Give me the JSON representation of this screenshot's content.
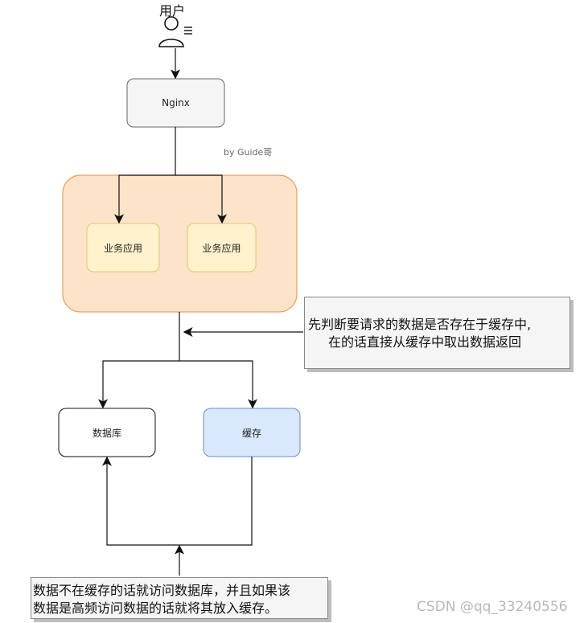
{
  "diagram": {
    "user": {
      "label": "用户",
      "icon": "user-icon"
    },
    "nginx": {
      "label": "Nginx"
    },
    "credit": "by Guide哥",
    "app_group": {
      "services": [
        {
          "label": "业务应用"
        },
        {
          "label": "业务应用"
        }
      ]
    },
    "database": {
      "label": "数据库"
    },
    "cache": {
      "label": "缓存"
    },
    "notes": {
      "cache_note": [
        "先判断要请求的数据是否存在于缓存中,",
        "在的话直接从缓存中取出数据返回"
      ],
      "db_note": [
        "数据不在缓存的话就访问数据库，并且如果该",
        "数据是高频访问数据的话就将其放入缓存。"
      ]
    },
    "watermark": "CSDN @qq_33240556"
  },
  "colors": {
    "stroke": "#111111",
    "nginx_fill": "#f5f5f5",
    "group_fill": "#fde3c7",
    "group_stroke": "#e8a35e",
    "service_fill": "#fff2cc",
    "service_stroke": "#e6c56a",
    "cache_fill": "#dae8fc",
    "cache_stroke": "#6c8ebf",
    "note_fill": "#f5f5f5"
  }
}
